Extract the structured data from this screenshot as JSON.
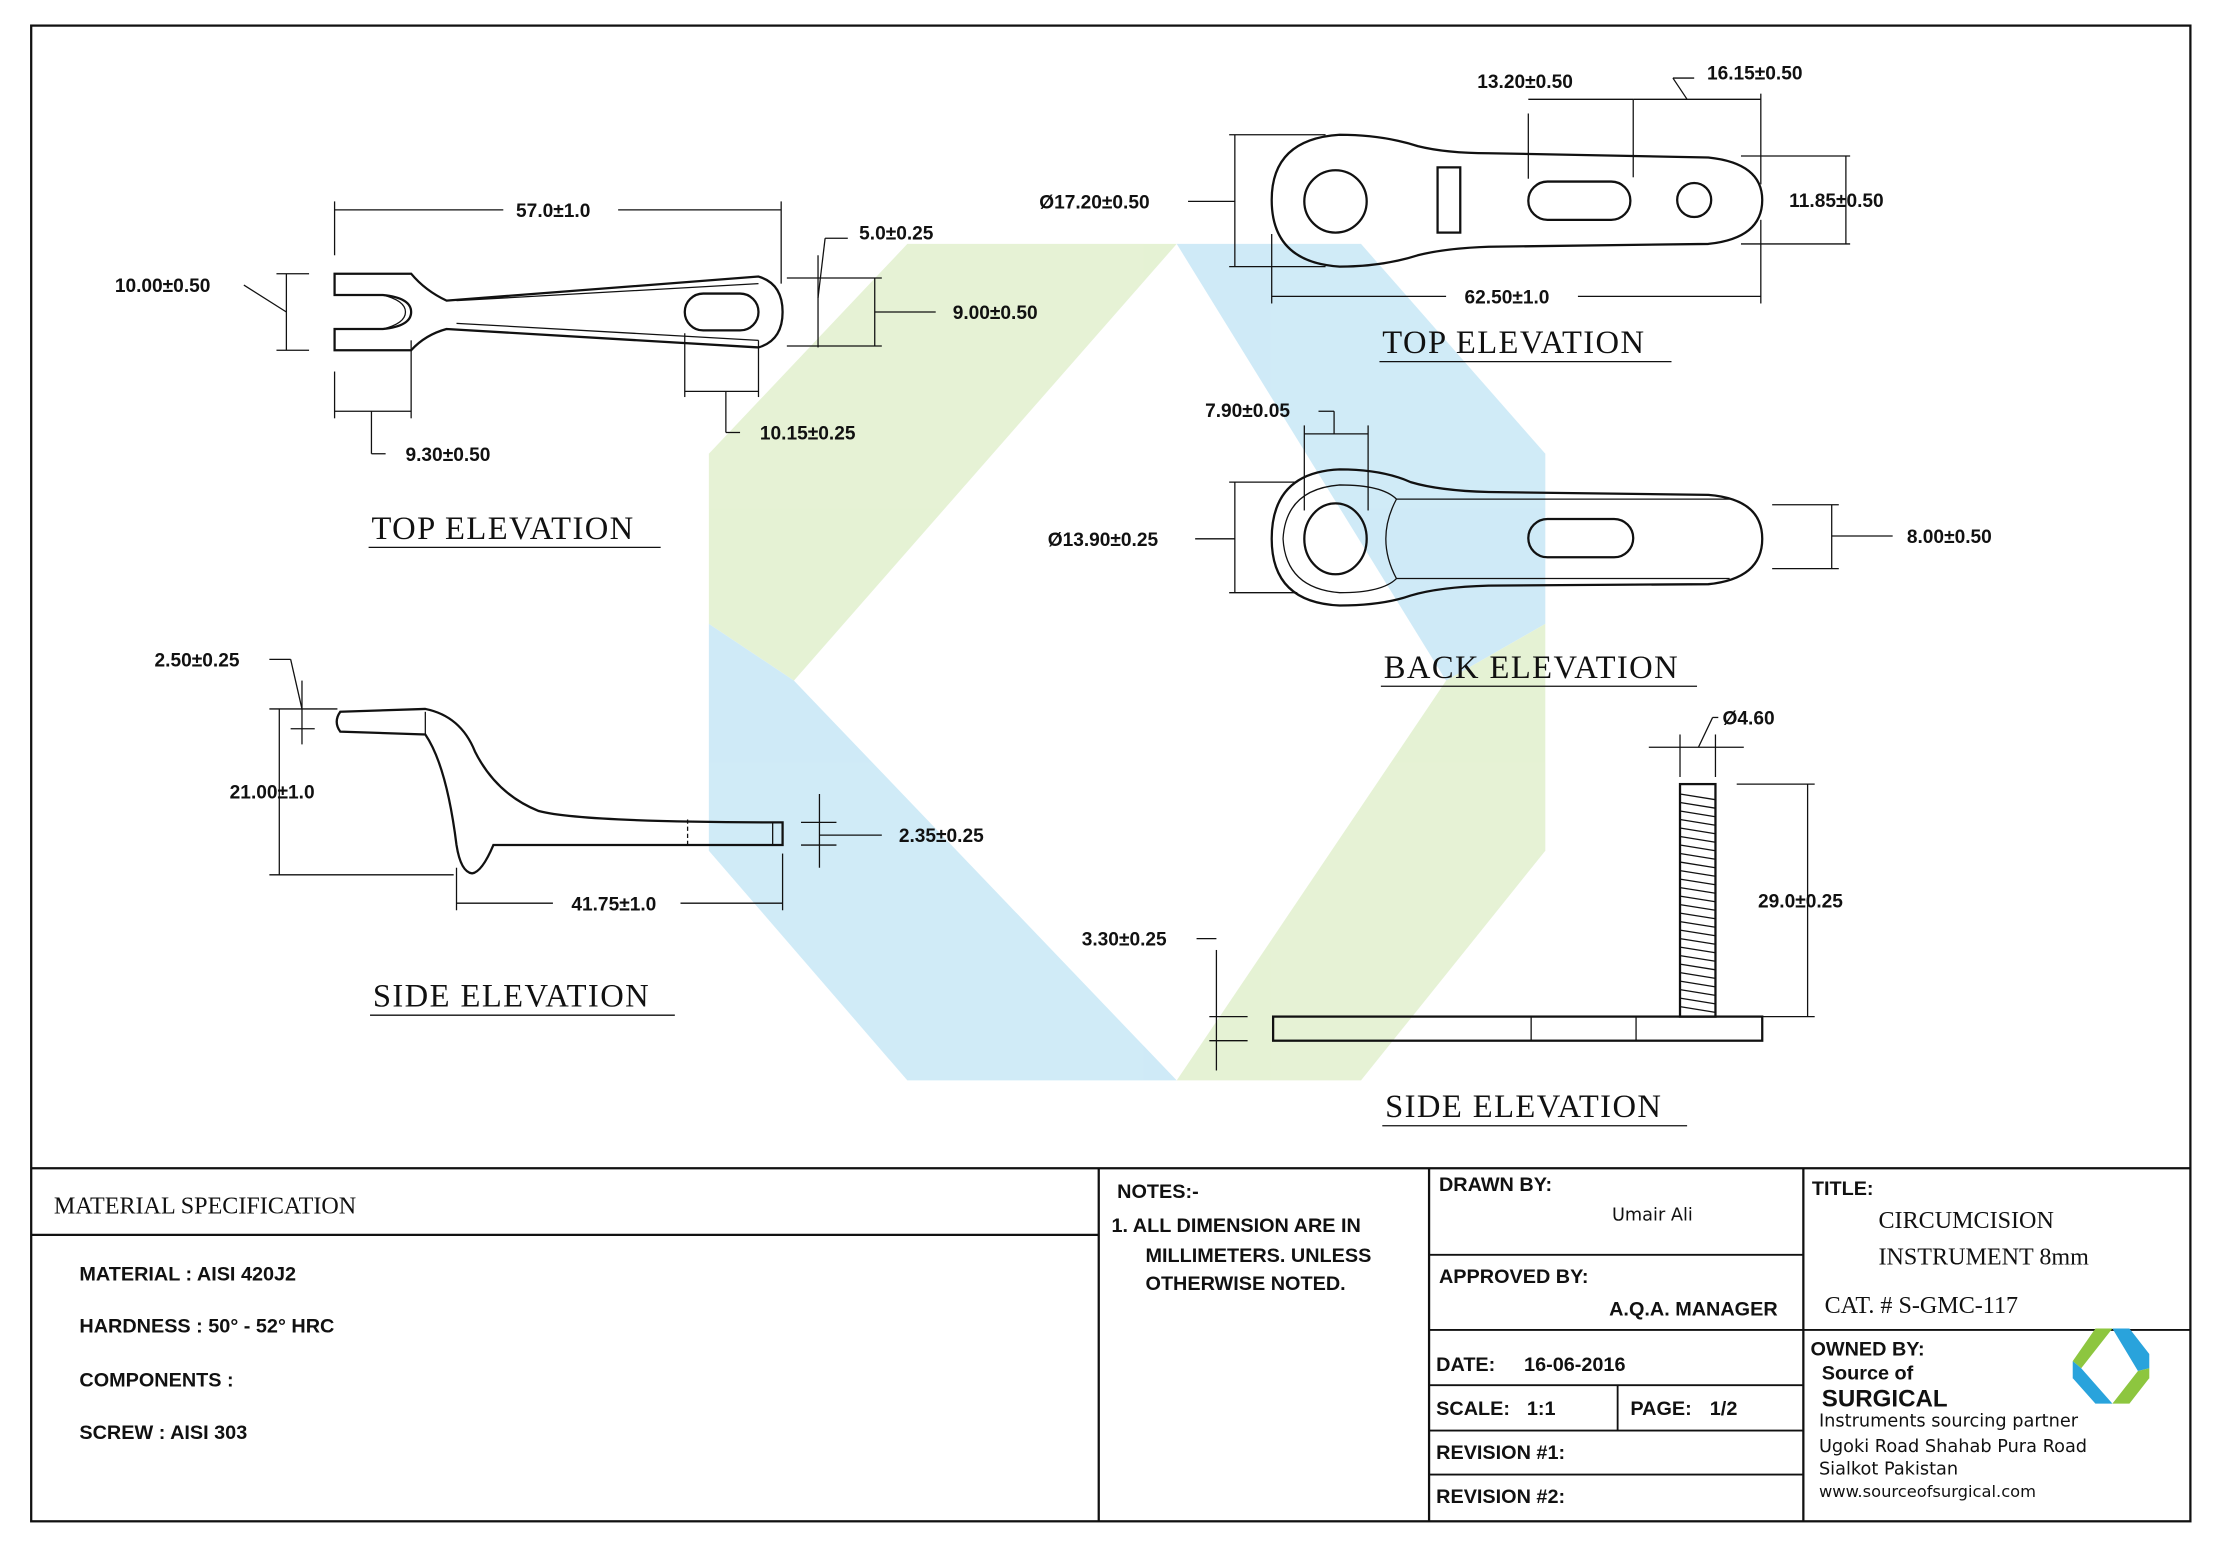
{
  "brand_colors": {
    "green": "#8dc63f",
    "blue": "#29a3dc"
  },
  "views": {
    "left_top": {
      "title": "TOP ELEVATION",
      "dims": [
        "57.0±1.0",
        "5.0±0.25",
        "10.00±0.50",
        "9.00±0.50",
        "9.30±0.50",
        "10.15±0.25"
      ]
    },
    "left_side": {
      "title": "SIDE ELEVATION",
      "dims": [
        "2.50±0.25",
        "21.00±1.0",
        "2.35±0.25",
        "41.75±1.0"
      ]
    },
    "right_top": {
      "title": "TOP ELEVATION",
      "dims": [
        "13.20±0.50",
        "16.15±0.50",
        "Ø17.20±0.50",
        "11.85±0.50",
        "62.50±1.0"
      ]
    },
    "right_back": {
      "title": "BACK ELEVATION",
      "dims": [
        "7.90±0.05",
        "Ø13.90±0.25",
        "8.00±0.50"
      ]
    },
    "right_side": {
      "title": "SIDE ELEVATION",
      "dims": [
        "Ø4.60",
        "29.0±0.25",
        "3.30±0.25"
      ]
    }
  },
  "material": {
    "heading": "MATERIAL SPECIFICATION",
    "lines": [
      "MATERIAL :  AISI 420J2",
      "HARDNESS :  50° - 52° HRC",
      "COMPONENTS :",
      "SCREW : AISI 303"
    ]
  },
  "notes": {
    "heading": "NOTES:-",
    "lines": [
      "1. ALL DIMENSION ARE IN",
      "MILLIMETERS. UNLESS",
      "OTHERWISE NOTED."
    ]
  },
  "title_block": {
    "drawn_by_label": "DRAWN BY:",
    "drawn_by": "Umair  Ali",
    "approved_by_label": "APPROVED BY:",
    "approved_by": "A.Q.A. MANAGER",
    "date_label": "DATE:",
    "date": "16-06-2016",
    "scale_label": "SCALE:",
    "scale": "1:1",
    "page_label": "PAGE:",
    "page": "1/2",
    "revision1_label": "REVISION #1:",
    "revision2_label": "REVISION #2:",
    "title_label": "TITLE:",
    "title_line1": "CIRCUMCISION",
    "title_line2": "INSTRUMENT  8mm",
    "cat": "CAT.  #  S-GMC-117",
    "owned_by_label": "OWNED BY:",
    "owner_line1": "Source of",
    "owner_line2": "SURGICAL",
    "owner_tagline": "Instruments sourcing partner",
    "address1": "Ugoki Road Shahab Pura Road",
    "address2": "Sialkot Pakistan",
    "website": "www.sourceofsurgical.com"
  }
}
